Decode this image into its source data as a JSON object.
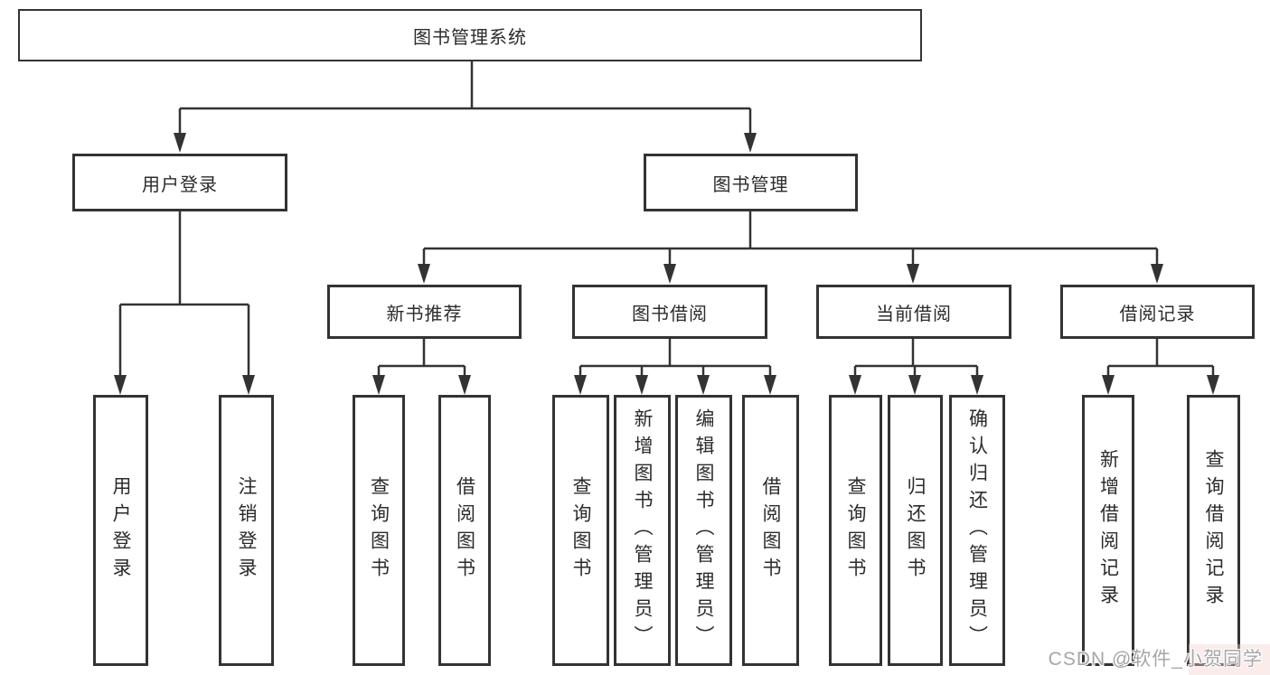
{
  "watermark": "CSDN @软件_小贺同学",
  "style": {
    "line_color": "#333333",
    "box_border_color": "#333333",
    "text_color": "#2b2b2b",
    "watermark_color": "#a6a6a6",
    "background": "#ffffff"
  },
  "chart": {
    "root": {
      "label": "图书管理系统",
      "children": [
        {
          "label": "用户登录",
          "children": [
            {
              "label": "用户登录"
            },
            {
              "label": "注销登录"
            }
          ]
        },
        {
          "label": "图书管理",
          "children": [
            {
              "label": "新书推荐",
              "children": [
                {
                  "label": "查询图书"
                },
                {
                  "label": "借阅图书"
                }
              ]
            },
            {
              "label": "图书借阅",
              "children": [
                {
                  "label": "查询图书"
                },
                {
                  "label": "新增图书（管理员）"
                },
                {
                  "label": "编辑图书（管理员）"
                },
                {
                  "label": "借阅图书"
                }
              ]
            },
            {
              "label": "当前借阅",
              "children": [
                {
                  "label": "查询图书"
                },
                {
                  "label": "归还图书"
                },
                {
                  "label": "确认归还（管理员）"
                }
              ]
            },
            {
              "label": "借阅记录",
              "children": [
                {
                  "label": "新增借阅记录"
                },
                {
                  "label": "查询借阅记录"
                }
              ]
            }
          ]
        }
      ]
    }
  }
}
